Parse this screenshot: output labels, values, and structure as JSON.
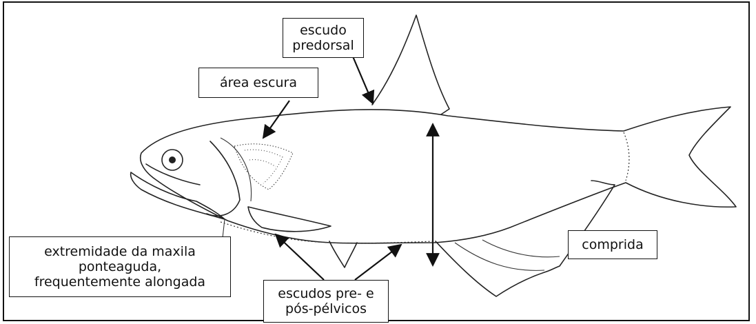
{
  "labels": {
    "predorsal": "escudo\npredorsal",
    "dark_area": "área escura",
    "maxilla": "extremidade da maxila\nponteaguda,\nfrequentemente alongada",
    "scutes": "escudos pre- e\npós-pélvicos",
    "long": "comprida"
  }
}
